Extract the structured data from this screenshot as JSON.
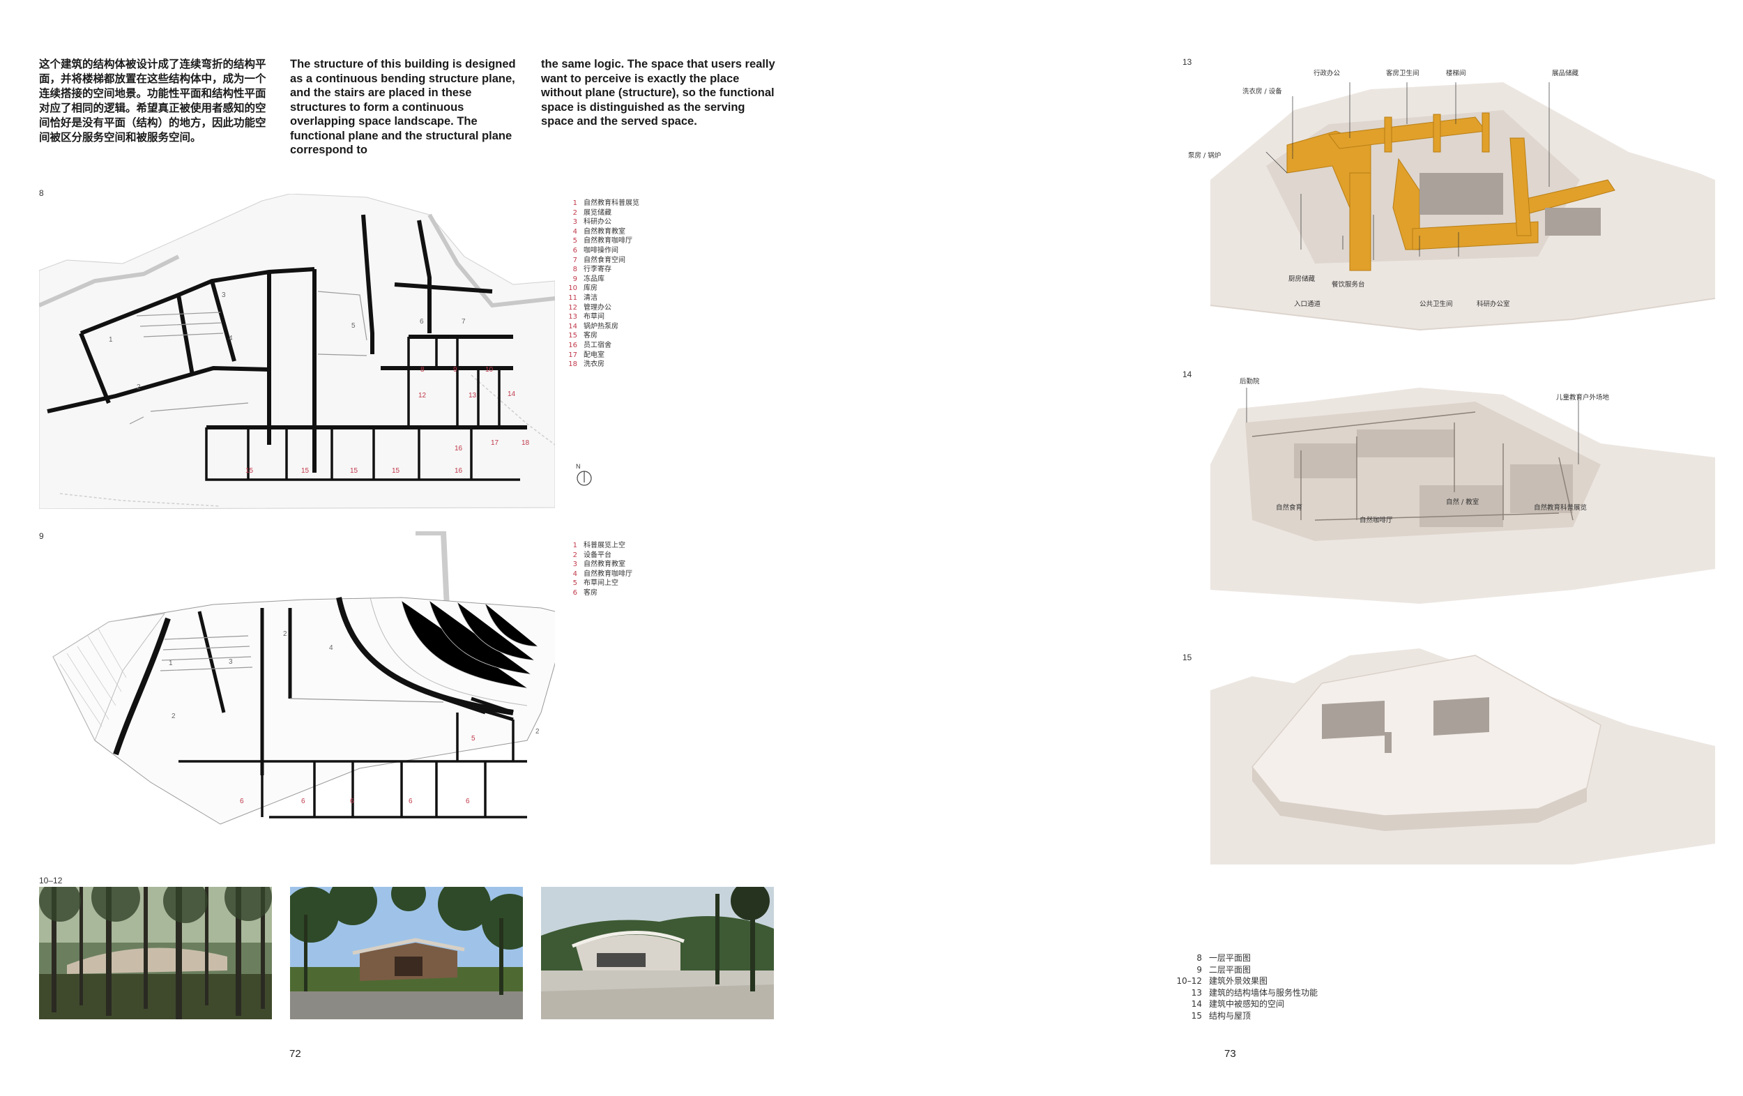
{
  "intro": {
    "cn": "这个建筑的结构体被设计成了连续弯折的结构平面，并将楼梯都放置在这些结构体中，成为一个连续搭接的空间地景。功能性平面和结构性平面对应了相同的逻辑。希望真正被使用者感知的空间恰好是没有平面（结构）的地方，因此功能空间被区分服务空间和被服务空间。",
    "en1": "The structure of this building is designed as a continuous bending structure plane, and the stairs are placed in these structures to form a continuous overlapping space landscape. The functional plane and the structural plane correspond to",
    "en2": "the same logic. The space that users really want to perceive is exactly the place without plane (structure), so the functional space is distinguished as the serving space and the served space."
  },
  "figures": {
    "f8": "8",
    "f9": "9",
    "f10_12": "10–12",
    "f13": "13",
    "f14": "14",
    "f15": "15"
  },
  "north": "N",
  "plan8": {
    "legend": [
      {
        "n": "1",
        "t": "自然教育科普展览"
      },
      {
        "n": "2",
        "t": "展览储藏"
      },
      {
        "n": "3",
        "t": "科研办公"
      },
      {
        "n": "4",
        "t": "自然教育教室"
      },
      {
        "n": "5",
        "t": "自然教育咖啡厅"
      },
      {
        "n": "6",
        "t": "咖啡操作间"
      },
      {
        "n": "7",
        "t": "自然食育空间"
      },
      {
        "n": "8",
        "t": "行李寄存"
      },
      {
        "n": "9",
        "t": "冻品库"
      },
      {
        "n": "10",
        "t": "库房"
      },
      {
        "n": "11",
        "t": "清洁"
      },
      {
        "n": "12",
        "t": "管理办公"
      },
      {
        "n": "13",
        "t": "布草间"
      },
      {
        "n": "14",
        "t": "锅炉热泵房"
      },
      {
        "n": "15",
        "t": "客房"
      },
      {
        "n": "16",
        "t": "员工宿舍"
      },
      {
        "n": "17",
        "t": "配电室"
      },
      {
        "n": "18",
        "t": "洗衣房"
      }
    ],
    "rooms": [
      "1",
      "2",
      "3",
      "4",
      "5",
      "6",
      "7",
      "8",
      "9",
      "10",
      "12",
      "13",
      "14",
      "15",
      "15",
      "15",
      "15",
      "16",
      "16",
      "17",
      "18"
    ]
  },
  "plan9": {
    "legend": [
      {
        "n": "1",
        "t": "科普展览上空"
      },
      {
        "n": "2",
        "t": "设备平台"
      },
      {
        "n": "3",
        "t": "自然教育教室"
      },
      {
        "n": "4",
        "t": "自然教育咖啡厅"
      },
      {
        "n": "5",
        "t": "布草间上空"
      },
      {
        "n": "6",
        "t": "客房"
      }
    ],
    "rooms": [
      "1",
      "2",
      "2",
      "3",
      "4",
      "5",
      "2",
      "6",
      "6",
      "6",
      "6",
      "6"
    ]
  },
  "axon13": {
    "labels": [
      "洗衣房 / 设备",
      "行政办公",
      "客房卫生间",
      "楼梯间",
      "展品储藏",
      "泵房 / 锅炉",
      "厨房储藏",
      "餐饮服务台",
      "入口通道",
      "公共卫生间",
      "科研办公室"
    ]
  },
  "axon14": {
    "labels": [
      "后勤院",
      "儿童教育户外场地",
      "自然食育",
      "自然咖啡厅",
      "自然 / 教室",
      "自然教育科普展览"
    ]
  },
  "pages": {
    "left": "72",
    "right": "73"
  },
  "captions": [
    {
      "n": "8",
      "t": "一层平面图"
    },
    {
      "n": "9",
      "t": "二层平面图"
    },
    {
      "n": "10–12",
      "t": "建筑外景效果图"
    },
    {
      "n": "13",
      "t": "建筑的结构墙体与服务性功能"
    },
    {
      "n": "14",
      "t": "建筑中被感知的空间"
    },
    {
      "n": "15",
      "t": "结构与屋顶"
    }
  ],
  "colors": {
    "accent": "#e0a02a",
    "legend_num": "#c0394b",
    "wall": "#111111",
    "roof": "#ece6e1"
  }
}
